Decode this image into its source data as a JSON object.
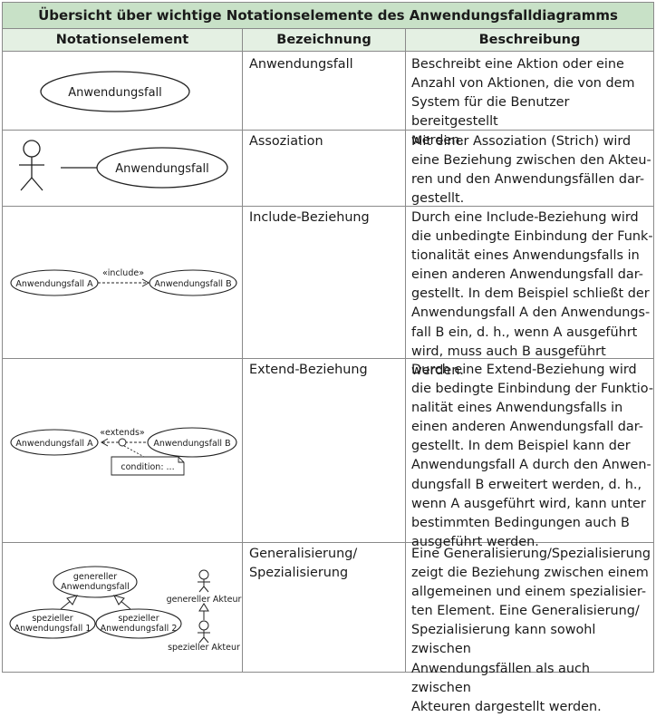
{
  "title": "Übersicht über wichtige Notationselemente des Anwendungsfalldiagramms",
  "headers": {
    "col1": "Notationselement",
    "col2": "Bezeichnung",
    "col3": "Beschreibung"
  },
  "rows": [
    {
      "name": "Anwendungsfall",
      "desc_lines": [
        "Beschreibt eine Aktion oder eine",
        "Anzahl von Aktionen, die von dem",
        "System für die Benutzer bereitgestellt",
        "werden."
      ],
      "diagram": {
        "label": "Anwendungsfall"
      }
    },
    {
      "name": "Assoziation",
      "desc_lines": [
        "Mit einer Assoziation (Strich) wird",
        "eine Beziehung zwischen den Akteu-",
        "ren und den Anwendungsfällen dar-",
        "gestellt."
      ],
      "diagram": {
        "label": "Anwendungsfall"
      }
    },
    {
      "name": "Include-Beziehung",
      "desc_lines": [
        "Durch eine Include-Beziehung wird",
        "die unbedingte Einbindung der Funk-",
        "tionalität eines Anwendungsfalls in",
        "einen anderen Anwendungsfall dar-",
        "gestellt. In dem Beispiel schließt der",
        "Anwendungsfall A den Anwendungs-",
        "fall B ein, d. h., wenn A ausgeführt",
        "wird, muss auch B ausgeführt werden."
      ],
      "diagram": {
        "label_a": "Anwendungsfall A",
        "label_b": "Anwendungsfall B",
        "stereotype": "«include»"
      }
    },
    {
      "name": "Extend-Beziehung",
      "desc_lines": [
        "Durch eine Extend-Beziehung wird",
        "die bedingte Einbindung der Funktio-",
        "nalität eines Anwendungsfalls in",
        "einen anderen Anwendungsfall dar-",
        "gestellt. In dem Beispiel kann der",
        "Anwendungsfall A durch den Anwen-",
        "dungsfall B erweitert werden, d. h.,",
        "wenn A ausgeführt wird, kann unter",
        "bestimmten Bedingungen auch B",
        "ausgeführt werden."
      ],
      "diagram": {
        "label_a": "Anwendungsfall A",
        "label_b": "Anwendungsfall B",
        "stereotype": "«extends»",
        "note": "condition: ..."
      }
    },
    {
      "name_lines": [
        "Generalisierung/",
        "Spezialisierung"
      ],
      "desc_lines": [
        "Eine Generalisierung/Spezialisierung",
        "zeigt die Beziehung zwischen einem",
        "allgemeinen und einem spezialisier-",
        "ten Element. Eine Generalisierung/",
        "Spezialisierung kann sowohl zwischen",
        "Anwendungsfällen als auch zwischen",
        "Akteuren dargestellt werden."
      ],
      "diagram": {
        "general_lines": [
          "genereller",
          "Anwendungsfall"
        ],
        "special1_lines": [
          "spezieller",
          "Anwendungsfall 1"
        ],
        "special2_lines": [
          "spezieller",
          "Anwendungsfall 2"
        ],
        "general_actor": "genereller Akteur",
        "special_actor": "spezieller Akteur"
      }
    }
  ]
}
